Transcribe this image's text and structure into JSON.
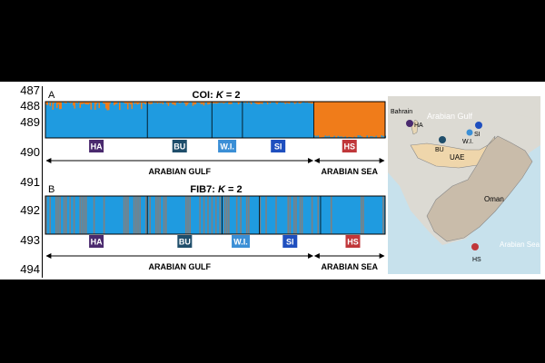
{
  "line_numbers": [
    "487",
    "488",
    "489",
    "490",
    "491",
    "492",
    "493",
    "494"
  ],
  "colors": {
    "blue": "#1f9be0",
    "orange": "#f07c1a",
    "gray": "#808080"
  },
  "chart_data": [
    {
      "type": "bar",
      "panel": "A",
      "title": "COI: K = 2",
      "title_prefix": "COI: ",
      "title_k": "K",
      "title_suffix": " = 2",
      "stacked": true,
      "segments": [
        {
          "label": "HA",
          "range": [
            0,
            0.3
          ],
          "color": "#4a2a6e"
        },
        {
          "label": "BU",
          "range": [
            0.3,
            0.49
          ],
          "color": "#1f4e6b"
        },
        {
          "label": "W.I.",
          "range": [
            0.49,
            0.58
          ],
          "color": "#3b8fd6"
        },
        {
          "label": "SI",
          "range": [
            0.58,
            0.79
          ],
          "color": "#1f4fbf"
        },
        {
          "label": "HS",
          "range": [
            0.79,
            1.0
          ],
          "color": "#c0373a"
        }
      ],
      "regions": [
        {
          "label": "ARABIAN GULF",
          "range": [
            0,
            0.79
          ]
        },
        {
          "label": "ARABIAN SEA",
          "range": [
            0.79,
            1.0
          ]
        }
      ],
      "cluster_colors": [
        "#1f9be0",
        "#f07c1a"
      ],
      "individual_cluster2": {
        "HA": 0.06,
        "BU": 0.03,
        "W.I.": 0.02,
        "SI": 0.02,
        "HS": 0.96
      }
    },
    {
      "type": "bar",
      "panel": "B",
      "title": "FIB7: K = 2",
      "title_prefix": "FIB7: ",
      "title_k": "K",
      "title_suffix": " = 2",
      "stacked": true,
      "segments": [
        {
          "label": "HA",
          "range": [
            0,
            0.3
          ],
          "color": "#4a2a6e"
        },
        {
          "label": "BU",
          "range": [
            0.3,
            0.52
          ],
          "color": "#1f4e6b"
        },
        {
          "label": "W.I.",
          "range": [
            0.52,
            0.63
          ],
          "color": "#3b8fd6"
        },
        {
          "label": "SI",
          "range": [
            0.63,
            0.81
          ],
          "color": "#1f4fbf"
        },
        {
          "label": "HS",
          "range": [
            0.81,
            1.0
          ],
          "color": "#c0373a"
        }
      ],
      "regions": [
        {
          "label": "ARABIAN GULF",
          "range": [
            0,
            0.79
          ]
        },
        {
          "label": "ARABIAN SEA",
          "range": [
            0.79,
            1.0
          ]
        }
      ],
      "cluster_colors": [
        "#1f9be0",
        "#808080"
      ]
    }
  ],
  "map": {
    "labels": {
      "bahrain": "Bahrain",
      "gulf": "Arabian Gulf",
      "ha": "HA",
      "bu": "BU",
      "si": "SI",
      "wi": "W.I.",
      "uae": "UAE",
      "oman": "Oman",
      "sea": "Arabian Sea",
      "hs": "HS"
    },
    "site_colors": {
      "HA": "#4a2a6e",
      "BU": "#1f4e6b",
      "SI": "#1f4fbf",
      "W.I.": "#3b8fd6",
      "HS": "#c0373a"
    }
  }
}
